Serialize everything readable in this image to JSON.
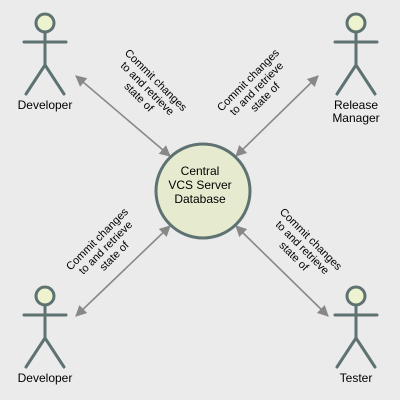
{
  "center": {
    "label": "Central\nVCS Server\nDatabase",
    "fill": "#e6ebcf",
    "stroke": "#5f7272"
  },
  "actor_style": {
    "head_fill": "#eef3cf",
    "stroke": "#5f7272"
  },
  "arrow_color": "#888888",
  "actors": [
    {
      "label": "Developer"
    },
    {
      "label": "Release\nManager"
    },
    {
      "label": "Developer"
    },
    {
      "label": "Tester"
    }
  ],
  "edges": [
    {
      "label": "Commit changes\nto and retrieve\nstate of"
    },
    {
      "label": "Commit changes\nto and retrieve\nstate of"
    },
    {
      "label": "Commit changes\nto and retrieve\nstate of"
    },
    {
      "label": "Commit changes\nto and retrieve\nstate of"
    }
  ]
}
